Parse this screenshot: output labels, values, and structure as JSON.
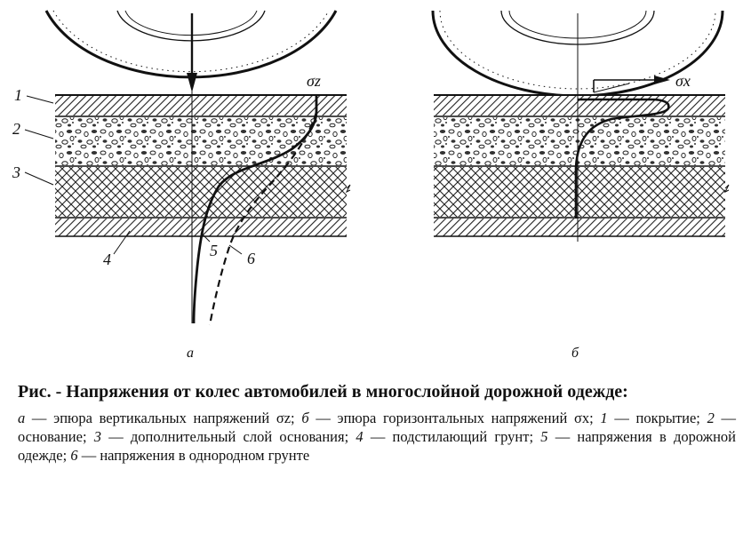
{
  "figure": {
    "panel_a": {
      "subfigure_label": "а",
      "stress_symbol": "σz",
      "layer_labels": [
        "1",
        "2",
        "3",
        "4"
      ],
      "curve_labels": [
        "5",
        "6"
      ]
    },
    "panel_b": {
      "subfigure_label": "б",
      "stress_symbol": "σx"
    }
  },
  "caption": {
    "title": "Рис. - Напряжения от колес автомобилей в многослойной дорожной одежде:",
    "body": [
      {
        "italic": true,
        "text": "а"
      },
      {
        "italic": false,
        "text": " — эпюра вертикальных напряжений σz; "
      },
      {
        "italic": true,
        "text": "б"
      },
      {
        "italic": false,
        "text": " — эпюра горизонтальных напряжений σx; "
      },
      {
        "italic": true,
        "text": "1"
      },
      {
        "italic": false,
        "text": " — покрытие; "
      },
      {
        "italic": true,
        "text": "2"
      },
      {
        "italic": false,
        "text": " — основание; "
      },
      {
        "italic": true,
        "text": "3"
      },
      {
        "italic": false,
        "text": " — дополнительный слой основания; "
      },
      {
        "italic": true,
        "text": "4"
      },
      {
        "italic": false,
        "text": " — подстилающий грунт; "
      },
      {
        "italic": true,
        "text": "5"
      },
      {
        "italic": false,
        "text": " — напряжения в дорожной одежде; "
      },
      {
        "italic": true,
        "text": "6"
      },
      {
        "italic": false,
        "text": " — напряжения в однородном грунте"
      }
    ]
  }
}
